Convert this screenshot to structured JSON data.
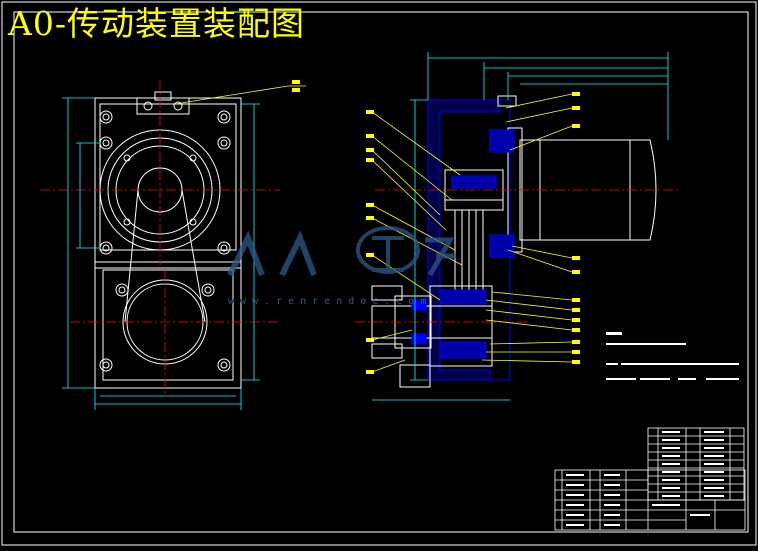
{
  "title": "A0-传动装置装配图",
  "watermark": {
    "logo_text": "人人文库",
    "url_text": "www.renrendoc.com"
  },
  "colors": {
    "background": "#000000",
    "frame": "#ffffff",
    "annotation": "#ffff00",
    "dimension": "#00ffff",
    "section_hatch": "#0000ff",
    "center_line": "#ff0000",
    "watermark": "#2b5a8a"
  },
  "icons": {
    "logo": "renrendoc-logo-icon"
  }
}
